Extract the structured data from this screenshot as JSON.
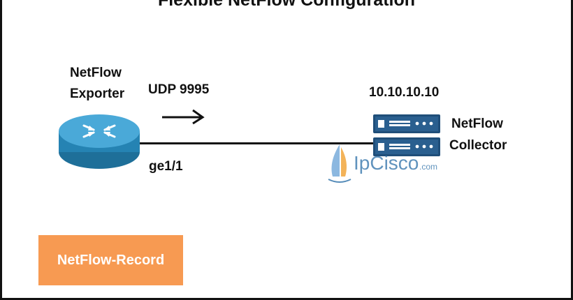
{
  "diagram": {
    "title": "Flexible NetFlow Configuration",
    "exporter": {
      "label_line1": "NetFlow",
      "label_line2": "Exporter",
      "interface": "ge1/1"
    },
    "flow": {
      "protocol_label": "UDP 9995"
    },
    "collector": {
      "ip": "10.10.10.10",
      "label_line1": "NetFlow",
      "label_line2": "Collector"
    },
    "record": {
      "label": "NetFlow-Record"
    },
    "watermark": {
      "text": "IpCisco",
      "suffix": ".com"
    },
    "colors": {
      "record_box": "#f79a52",
      "router": "#2f8fbf",
      "server": "#1f4e79",
      "line": "#111111"
    }
  }
}
